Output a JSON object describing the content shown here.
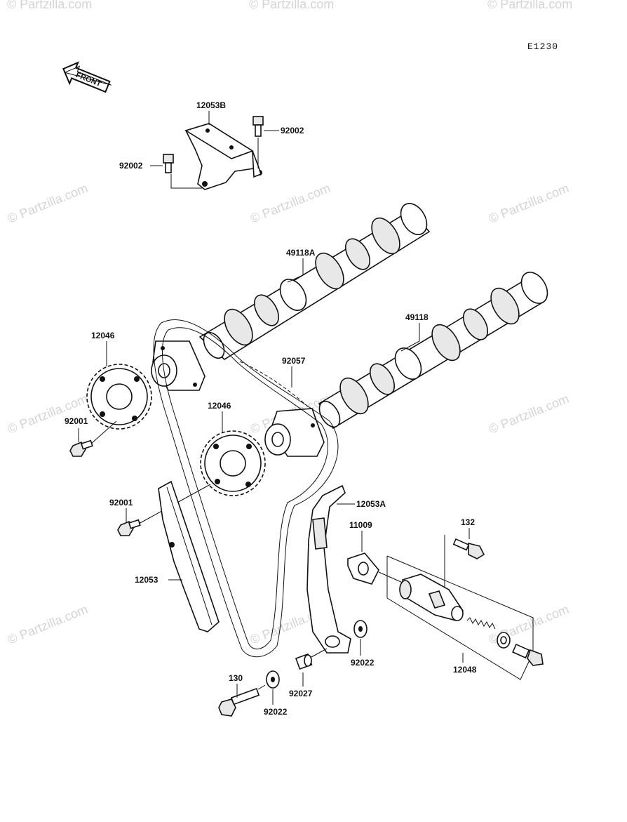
{
  "diagram": {
    "code": "E1230",
    "front_label": "FRONT",
    "watermark": "© Partzilla.com",
    "callouts": {
      "p12053B": "12053B",
      "p92002a": "92002",
      "p92002b": "92002",
      "p49118A": "49118A",
      "p49118": "49118",
      "p12046a": "12046",
      "p12046b": "12046",
      "p92057": "92057",
      "p92001a": "92001",
      "p92001b": "92001",
      "p12053A": "12053A",
      "p11009": "11009",
      "p132": "132",
      "p12053": "12053",
      "p12048": "12048",
      "p92022a": "92022",
      "p92022b": "92022",
      "p92027": "92027",
      "p130": "130"
    }
  }
}
